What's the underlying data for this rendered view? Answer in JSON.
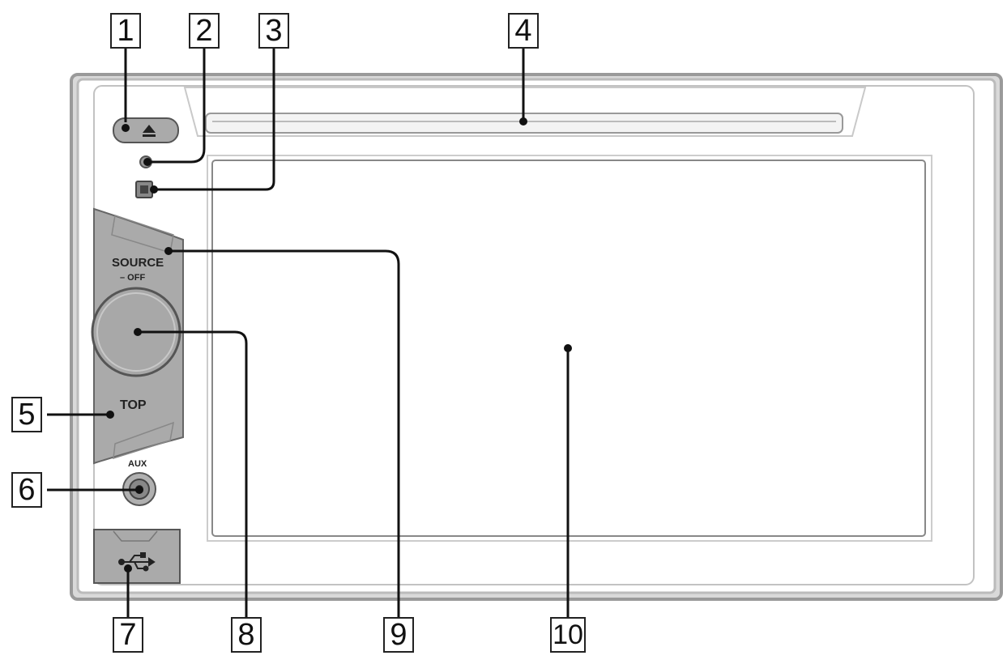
{
  "panel": {
    "source_label": "SOURCE",
    "off_label": "– OFF",
    "top_label": "TOP",
    "aux_label": "AUX"
  },
  "callouts": [
    {
      "number": "1"
    },
    {
      "number": "2"
    },
    {
      "number": "3"
    },
    {
      "number": "4"
    },
    {
      "number": "5"
    },
    {
      "number": "6"
    },
    {
      "number": "7"
    },
    {
      "number": "8"
    },
    {
      "number": "9"
    },
    {
      "number": "10"
    }
  ],
  "icons": {
    "eject": "eject-icon",
    "usb": "usb-icon",
    "ir_sensor": "receptor-icon"
  },
  "colors": {
    "outline": "#222222",
    "panel_gray": "#aaaaaa",
    "frame_gray": "#bbbbbb"
  }
}
